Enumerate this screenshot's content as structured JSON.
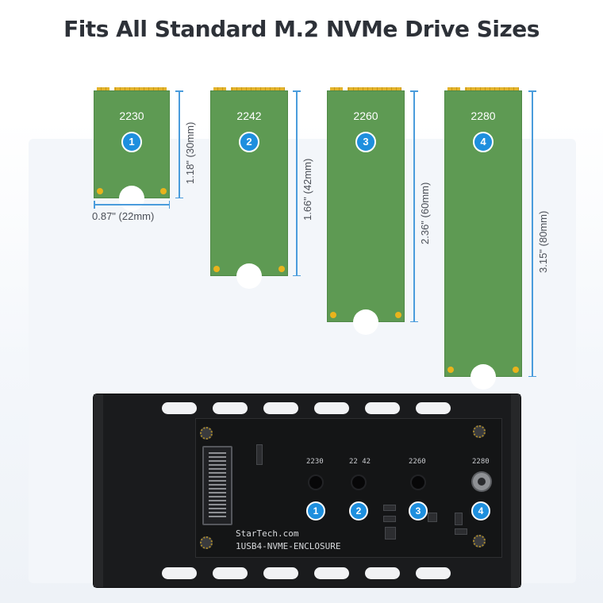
{
  "title": "Fits All Standard M.2 NVMe Drive Sizes",
  "drives": [
    {
      "size": "2230",
      "number": "1",
      "height_label": "1.18\" (30mm)",
      "width_label": "0.87\" (22mm)"
    },
    {
      "size": "2242",
      "number": "2",
      "height_label": "1.66\" (42mm)"
    },
    {
      "size": "2260",
      "number": "3",
      "height_label": "2.36\" (60mm)"
    },
    {
      "size": "2280",
      "number": "4",
      "height_label": "3.15\" (80mm)"
    }
  ],
  "enclosure": {
    "positions": [
      "2230",
      "22 42",
      "2260",
      "2280"
    ],
    "numbers": [
      "1",
      "2",
      "3",
      "4"
    ],
    "brand": "StarTech.com",
    "model": "1USB4-NVME-ENCLOSURE"
  },
  "colors": {
    "pcb": "#5e9a53",
    "badge": "#1e8fde",
    "dimension_line": "#4a9cdc",
    "enclosure": "#1a1b1d"
  }
}
